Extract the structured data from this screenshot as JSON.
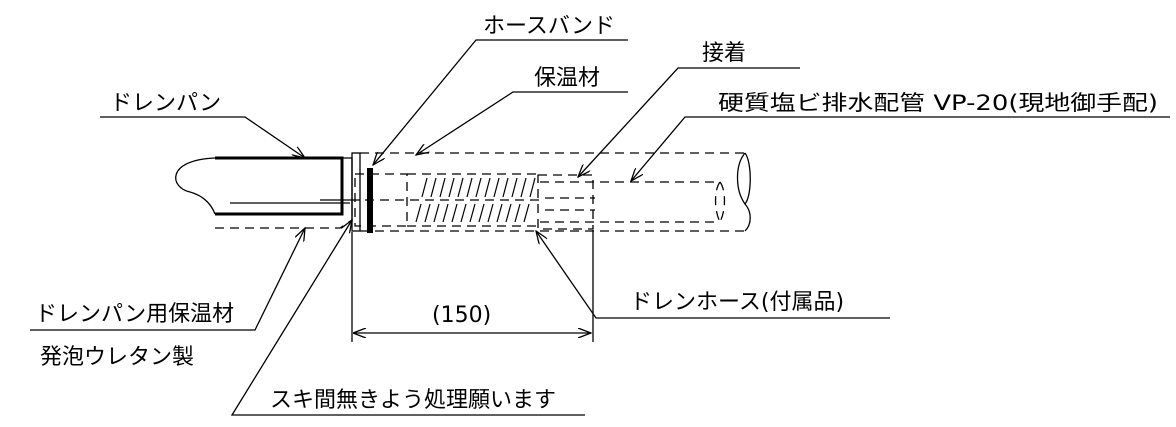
{
  "labels": {
    "hose_band": "ホースバンド",
    "adhesive": "接着",
    "insulation": "保温材",
    "drain_pan": "ドレンパン",
    "pvc_pipe": "硬質塩ビ排水配管 VP-20(現地御手配)",
    "drain_hose": "ドレンホース(付属品)",
    "dimension": "(150)",
    "pan_insulation": "ドレンパン用保温材",
    "urethane": "発泡ウレタン製",
    "no_gap": "スキ間無きよう処理願います"
  }
}
